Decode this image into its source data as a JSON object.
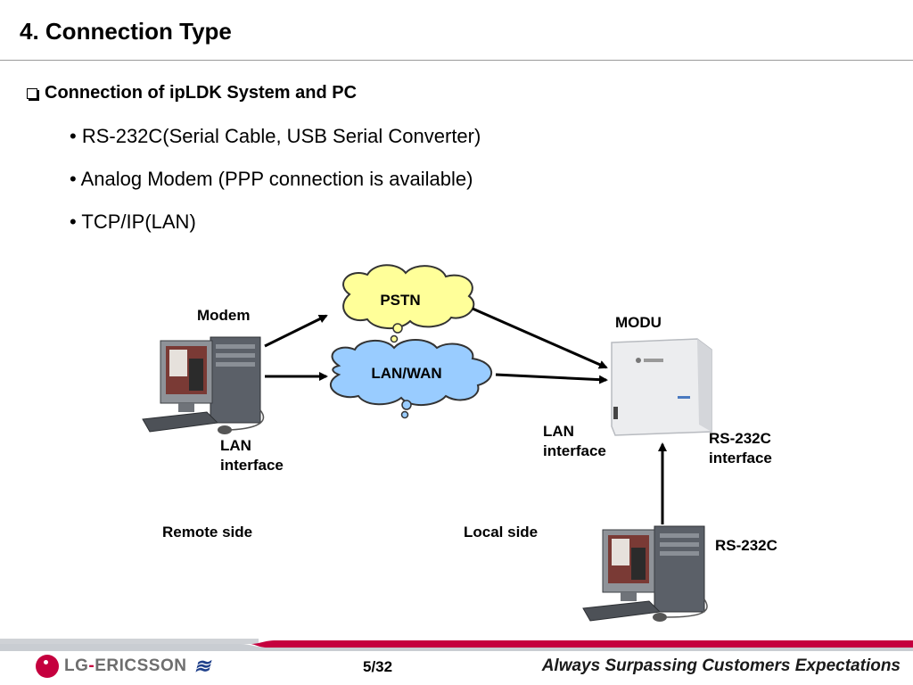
{
  "slide": {
    "title": "4. Connection Type",
    "heading": "Connection of ipLDK System and PC",
    "bullets": [
      "• RS-232C(Serial Cable, USB Serial Converter)",
      "• Analog Modem (PPP connection is available)",
      "• TCP/IP(LAN)"
    ]
  },
  "diagram": {
    "pstn": "PSTN",
    "lanwan": "LAN/WAN",
    "modem": "Modem",
    "modu": "MODU",
    "lan_interface_remote": [
      "LAN",
      "interface"
    ],
    "lan_interface_local": [
      "LAN",
      "interface"
    ],
    "rs232c_interface": [
      "RS-232C",
      "interface"
    ],
    "rs232c": "RS-232C",
    "remote_side": "Remote side",
    "local_side": "Local side",
    "cloud_color": "#ffff99",
    "lan_cloud_color": "#99ccff"
  },
  "footer": {
    "logo_lg": "LG",
    "logo_dash": "-",
    "logo_ericsson": "ERICSSON",
    "page": "5/32",
    "tagline": "Always Surpassing Customers Expectations"
  }
}
